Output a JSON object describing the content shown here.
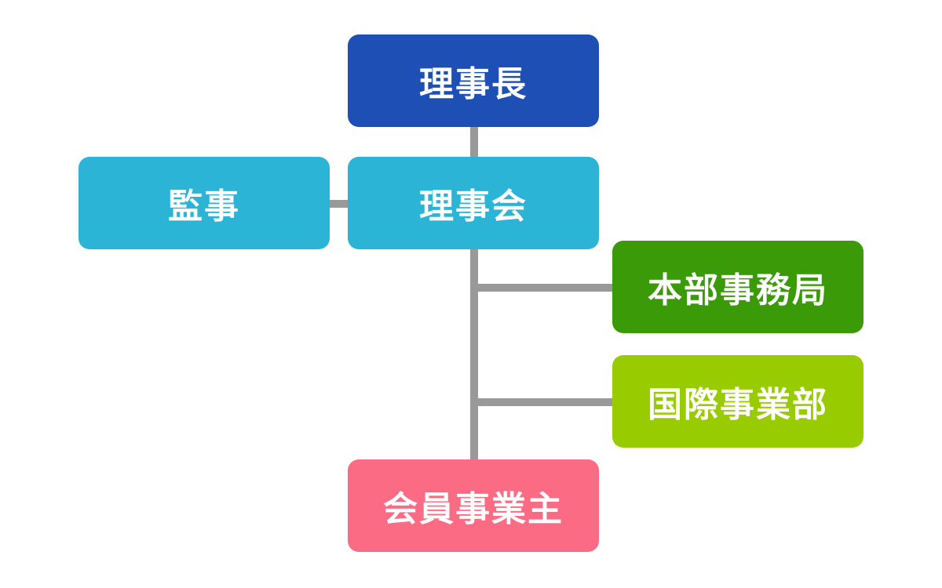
{
  "nodes": {
    "chairman": {
      "label": "理事長",
      "color": "#1e4fb5"
    },
    "auditor": {
      "label": "監事",
      "color": "#2cb4d6"
    },
    "board": {
      "label": "理事会",
      "color": "#2cb4d6"
    },
    "headquarters": {
      "label": "本部事務局",
      "color": "#3a9a07"
    },
    "international": {
      "label": "国際事業部",
      "color": "#98cb00"
    },
    "members": {
      "label": "会員事業主",
      "color": "#fb6c84"
    }
  },
  "connector_color": "#999999"
}
